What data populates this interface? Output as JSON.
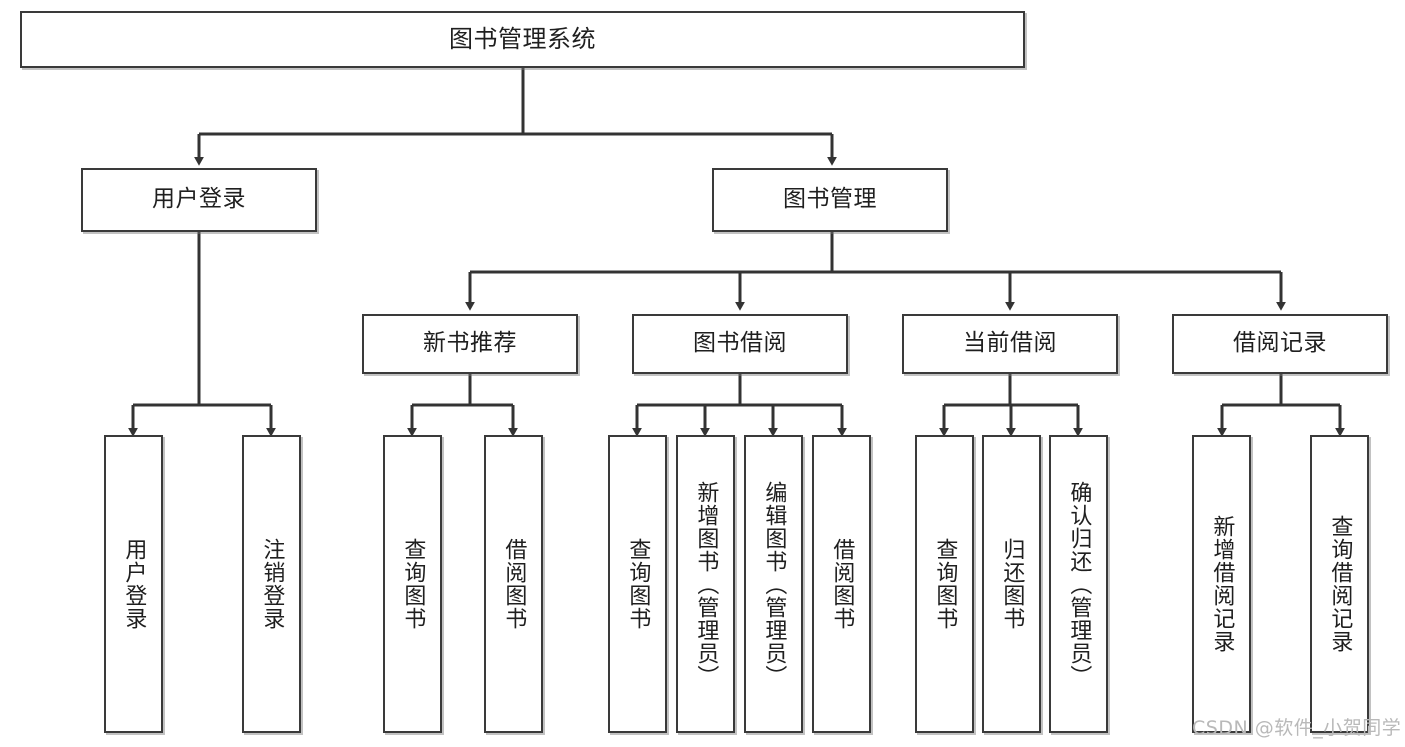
{
  "diagram": {
    "title": "图书管理系统",
    "type": "tree-hierarchy-chart",
    "watermark": "CSDN @软件_小贺同学",
    "colors": {
      "box_border": "#3a3a3a",
      "box_fill": "#ffffff",
      "edge": "#333333",
      "text": "#1f1f1f",
      "watermark": "#b9b9b9",
      "background": "#ffffff"
    },
    "nodes": {
      "root": {
        "label": "图书管理系统"
      },
      "level2": [
        {
          "label": "用户登录"
        },
        {
          "label": "图书管理"
        }
      ],
      "level3": [
        {
          "label": "新书推荐"
        },
        {
          "label": "图书借阅"
        },
        {
          "label": "当前借阅"
        },
        {
          "label": "借阅记录"
        }
      ],
      "leaves": {
        "user_login": [
          {
            "label": "用户登录"
          },
          {
            "label": "注销登录"
          }
        ],
        "new_book_recommend": [
          {
            "label": "查询图书"
          },
          {
            "label": "借阅图书"
          }
        ],
        "book_borrow": [
          {
            "label": "查询图书"
          },
          {
            "label": "新增图书（管理员）"
          },
          {
            "label": "编辑图书（管理员）"
          },
          {
            "label": "借阅图书"
          }
        ],
        "current_borrow": [
          {
            "label": "查询图书"
          },
          {
            "label": "归还图书"
          },
          {
            "label": "确认归还（管理员）"
          }
        ],
        "borrow_record": [
          {
            "label": "新增借阅记录"
          },
          {
            "label": "查询借阅记录"
          }
        ]
      }
    }
  }
}
